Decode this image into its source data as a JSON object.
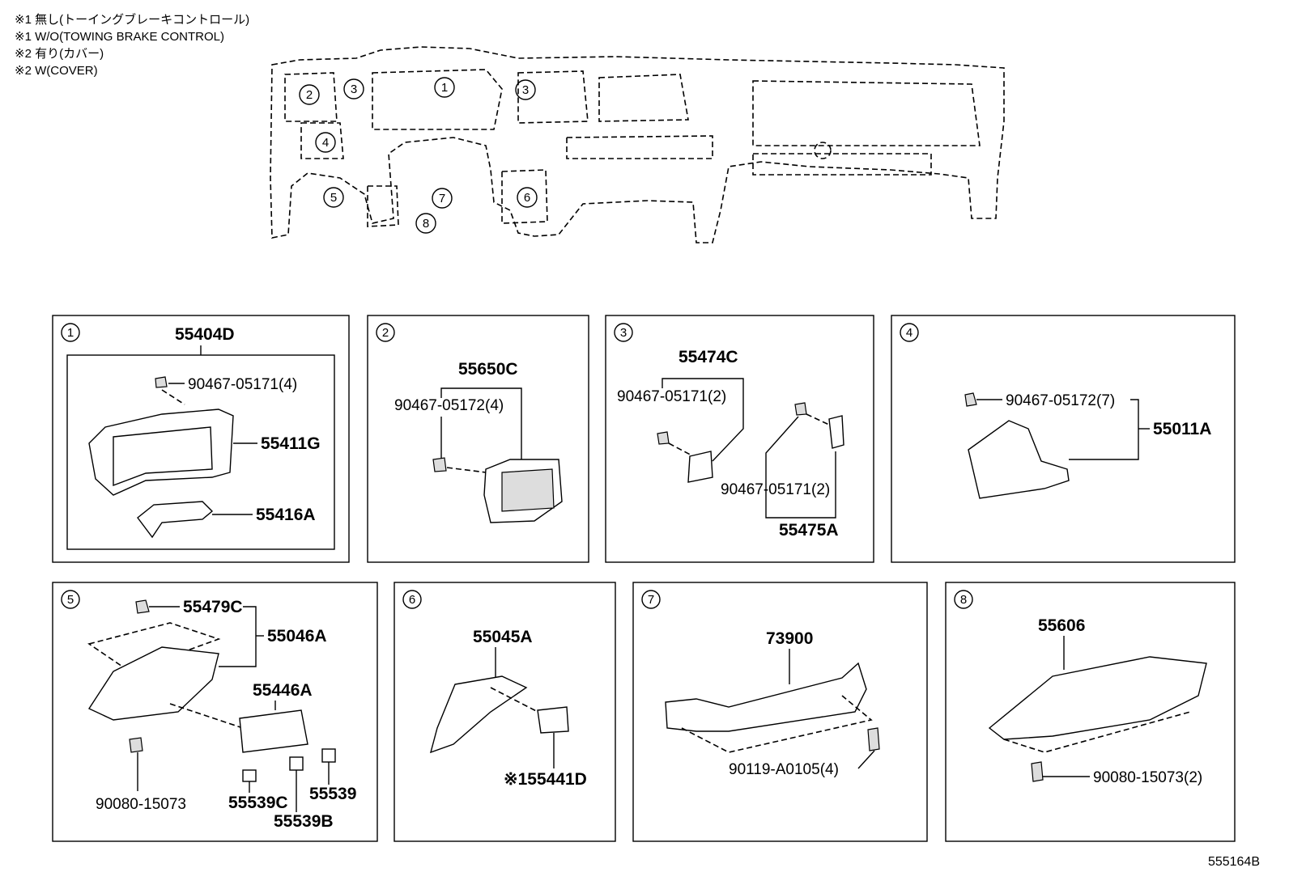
{
  "notes": [
    "※1 無し(トーイングブレーキコントロール)",
    "※1 W/O(TOWING BRAKE CONTROL)",
    "※2 有り(カバー)",
    "※2 W(COVER)"
  ],
  "overview_callouts": [
    {
      "id": "1"
    },
    {
      "id": "2"
    },
    {
      "id": "3a",
      "num": "3"
    },
    {
      "id": "3b",
      "num": "3"
    },
    {
      "id": "4"
    },
    {
      "id": "5"
    },
    {
      "id": "6"
    },
    {
      "id": "7"
    },
    {
      "id": "8"
    }
  ],
  "panels": [
    {
      "num": "1",
      "labels": [
        "55404D",
        "90467-05171(4)",
        "55411G",
        "55416A"
      ]
    },
    {
      "num": "2",
      "labels": [
        "55650C",
        "90467-05172(4)"
      ]
    },
    {
      "num": "3",
      "labels": [
        "55474C",
        "90467-05171(2)",
        "90467-05171(2)",
        "55475A"
      ]
    },
    {
      "num": "4",
      "labels": [
        "90467-05172(7)",
        "55011A"
      ]
    },
    {
      "num": "5",
      "labels": [
        "55479C",
        "55046A",
        "55446A",
        "90080-15073",
        "55539C",
        "55539B",
        "55539"
      ]
    },
    {
      "num": "6",
      "labels": [
        "55045A",
        "※155441D"
      ]
    },
    {
      "num": "7",
      "labels": [
        "73900",
        "90119-A0105(4)"
      ]
    },
    {
      "num": "8",
      "labels": [
        "55606",
        "90080-15073(2)"
      ]
    }
  ],
  "diagram_ref": "555164B"
}
